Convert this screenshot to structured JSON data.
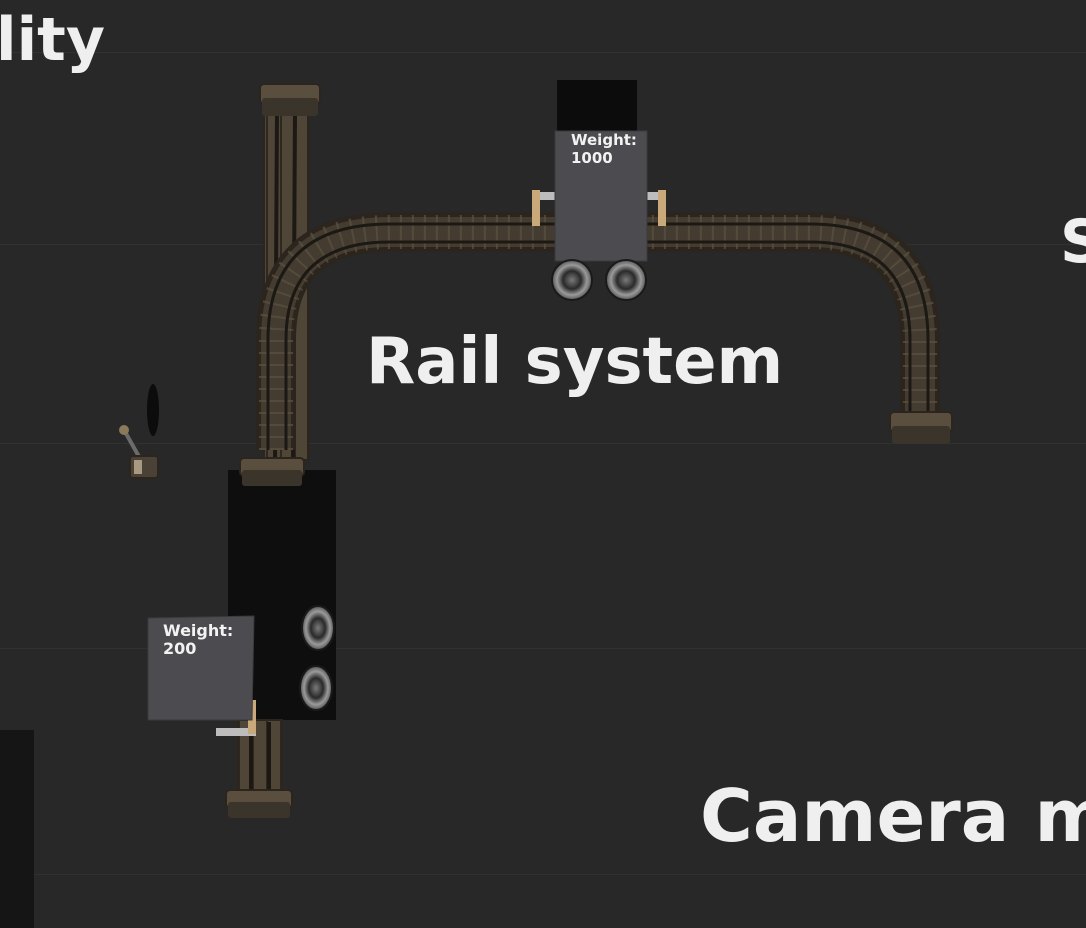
{
  "scene": {
    "background_color": "#282828",
    "text_color": "#efefef"
  },
  "labels": {
    "ability_fragment": "lity",
    "rail_system": "Rail system",
    "camera_fragment": "Camera m",
    "right_fragment": "S"
  },
  "carts": [
    {
      "weight_label": "Weight:",
      "weight_value": "1000"
    },
    {
      "weight_label": "Weight:",
      "weight_value": "200"
    }
  ]
}
